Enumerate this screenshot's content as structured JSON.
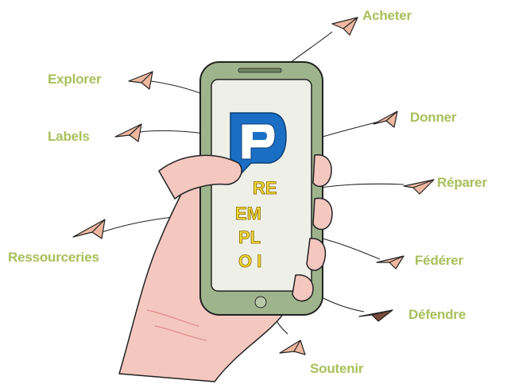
{
  "colors": {
    "label": "#a8c05a",
    "phone_body": "#9eb48c",
    "phone_screen": "#eef0e8",
    "logo_blue": "#1a6fc4",
    "hand_skin": "#f4c7bf",
    "scribble": "#f2d93a",
    "plane_fill": "#f0b8a0"
  },
  "labels": {
    "acheter": "Acheter",
    "explorer": "Explorer",
    "donner": "Donner",
    "labels": "Labels",
    "reparer": "Réparer",
    "ressourceries": "Ressourceries",
    "federer": "Fédérer",
    "defendre": "Défendre",
    "soutenir": "Soutenir"
  },
  "screen_text": {
    "line1": "RE",
    "line2": "EM",
    "line3": "PL",
    "line4": "O I"
  },
  "icons": [
    "paper-plane-icon",
    "reemploi-logo-icon"
  ]
}
